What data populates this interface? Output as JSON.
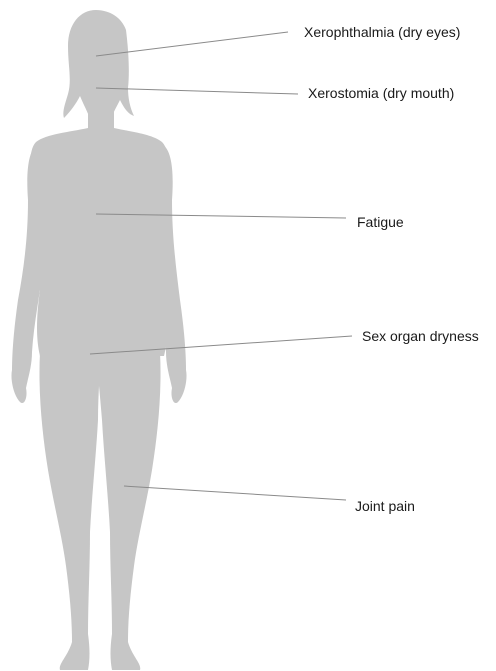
{
  "diagram": {
    "figure_color": "#c6c6c6",
    "line_color": "#8a8a8a",
    "labels": {
      "eyes": "Xerophthalmia (dry eyes)",
      "mouth": "Xerostomia (dry mouth)",
      "fatigue": "Fatigue",
      "sex_organ": "Sex organ dryness",
      "joint": "Joint pain"
    }
  }
}
